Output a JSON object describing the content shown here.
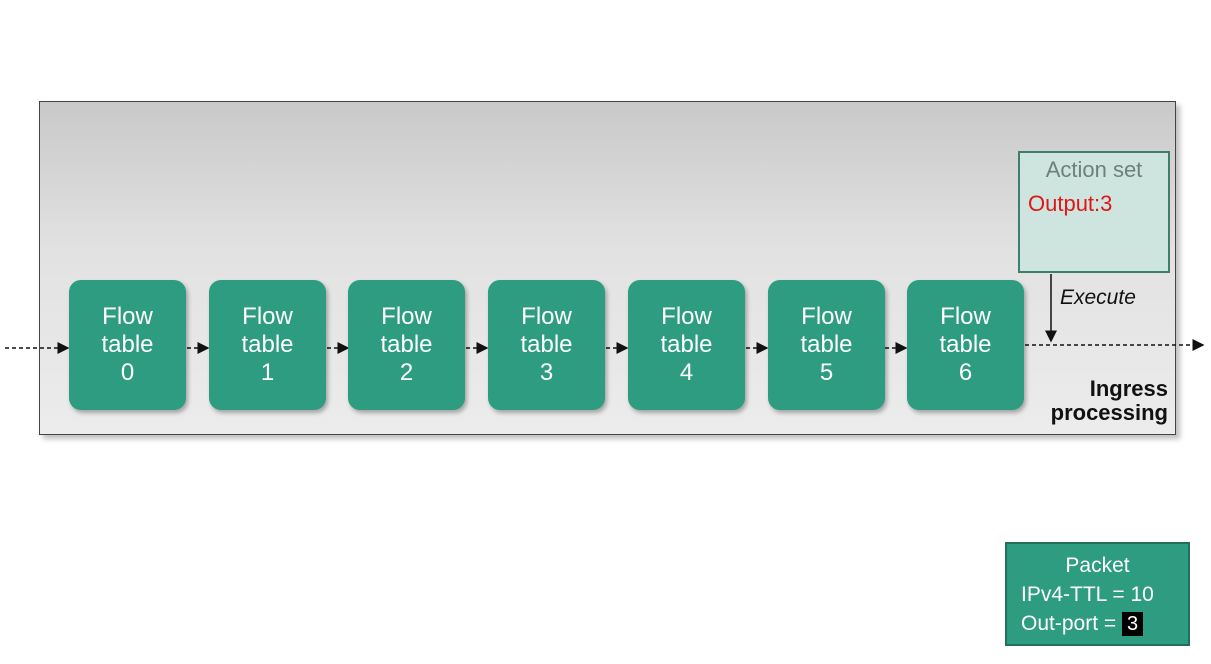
{
  "diagram": {
    "flow_tables": [
      {
        "line1": "Flow",
        "line2": "table",
        "index": "0"
      },
      {
        "line1": "Flow",
        "line2": "table",
        "index": "1"
      },
      {
        "line1": "Flow",
        "line2": "table",
        "index": "2"
      },
      {
        "line1": "Flow",
        "line2": "table",
        "index": "3"
      },
      {
        "line1": "Flow",
        "line2": "table",
        "index": "4"
      },
      {
        "line1": "Flow",
        "line2": "table",
        "index": "5"
      },
      {
        "line1": "Flow",
        "line2": "table",
        "index": "6"
      }
    ],
    "action_set": {
      "title": "Action set",
      "value": "Output:3"
    },
    "execute_label": "Execute",
    "ingress_label": {
      "line1": "Ingress",
      "line2": "processing"
    },
    "packet": {
      "title": "Packet",
      "ttl_line": "IPv4-TTL = 10",
      "port_label": "Out-port =",
      "port_value": "3"
    },
    "colors": {
      "table_fill": "#2e9c80",
      "action_border": "#3f7e6c",
      "action_value": "#e01515",
      "panel_border": "#444444"
    }
  }
}
